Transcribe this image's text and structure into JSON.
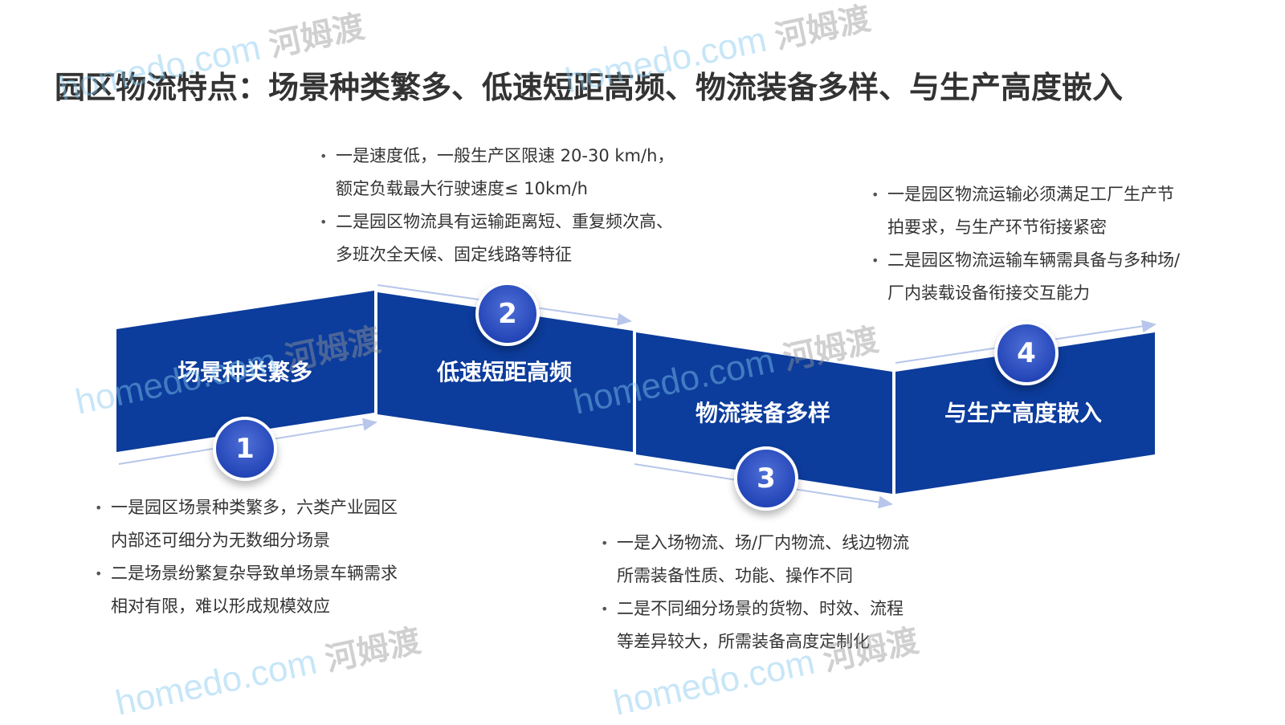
{
  "title": "园区物流特点：场景种类繁多、低速短距高频、物流装备多样、与生产高度嵌入",
  "colors": {
    "panel": "#0c3c9c",
    "circle": "#2446b8",
    "arrow": "#b7c6ea"
  },
  "stages": [
    {
      "number": "1",
      "label": "场景种类繁多",
      "bullets": [
        "一是园区场景种类繁多，六类产业园区内部还可细分为无数细分场景",
        "二是场景纷繁复杂导致单场景车辆需求相对有限，难以形成规模效应"
      ]
    },
    {
      "number": "2",
      "label": "低速短距高频",
      "bullets": [
        "一是速度低，一般生产区限速 20-30 km/h，额定负载最大行驶速度≤ 10km/h",
        "二是园区物流具有运输距离短、重复频次高、多班次全天候、固定线路等特征"
      ]
    },
    {
      "number": "3",
      "label": "物流装备多样",
      "bullets": [
        "一是入场物流、场/厂内物流、线边物流所需装备性质、功能、操作不同",
        "二是不同细分场景的货物、时效、流程等差异较大，所需装备高度定制化"
      ]
    },
    {
      "number": "4",
      "label": "与生产高度嵌入",
      "bullets": [
        "一是园区物流运输必须满足工厂生产节拍要求，与生产环节衔接紧密",
        "二是园区物流运输车辆需具备与多种场/厂内装载设备衔接交互能力"
      ]
    }
  ],
  "watermark": {
    "site": "homedo.com",
    "brand": "河姆渡"
  }
}
